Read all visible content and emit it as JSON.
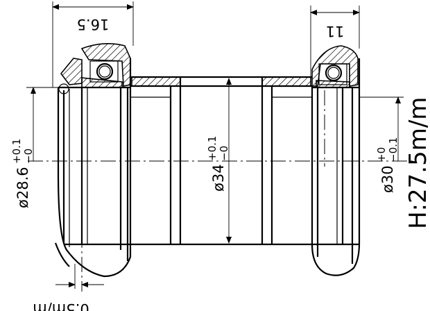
{
  "dimensions": {
    "left_cup_height": "16.5",
    "right_cup_height": "11",
    "left_diameter": {
      "prefix": "ø",
      "nominal": "28.6",
      "upper_tol": "+0.1",
      "lower_tol": "−0"
    },
    "center_diameter": {
      "prefix": "ø",
      "nominal": "34",
      "upper_tol": "+0.1",
      "lower_tol": "−0"
    },
    "right_diameter": {
      "prefix": "ø",
      "nominal": "30",
      "upper_tol": "+0",
      "lower_tol": "−0.1"
    },
    "offset": "0.5m/m",
    "total_height": "H:27.5m/m"
  }
}
